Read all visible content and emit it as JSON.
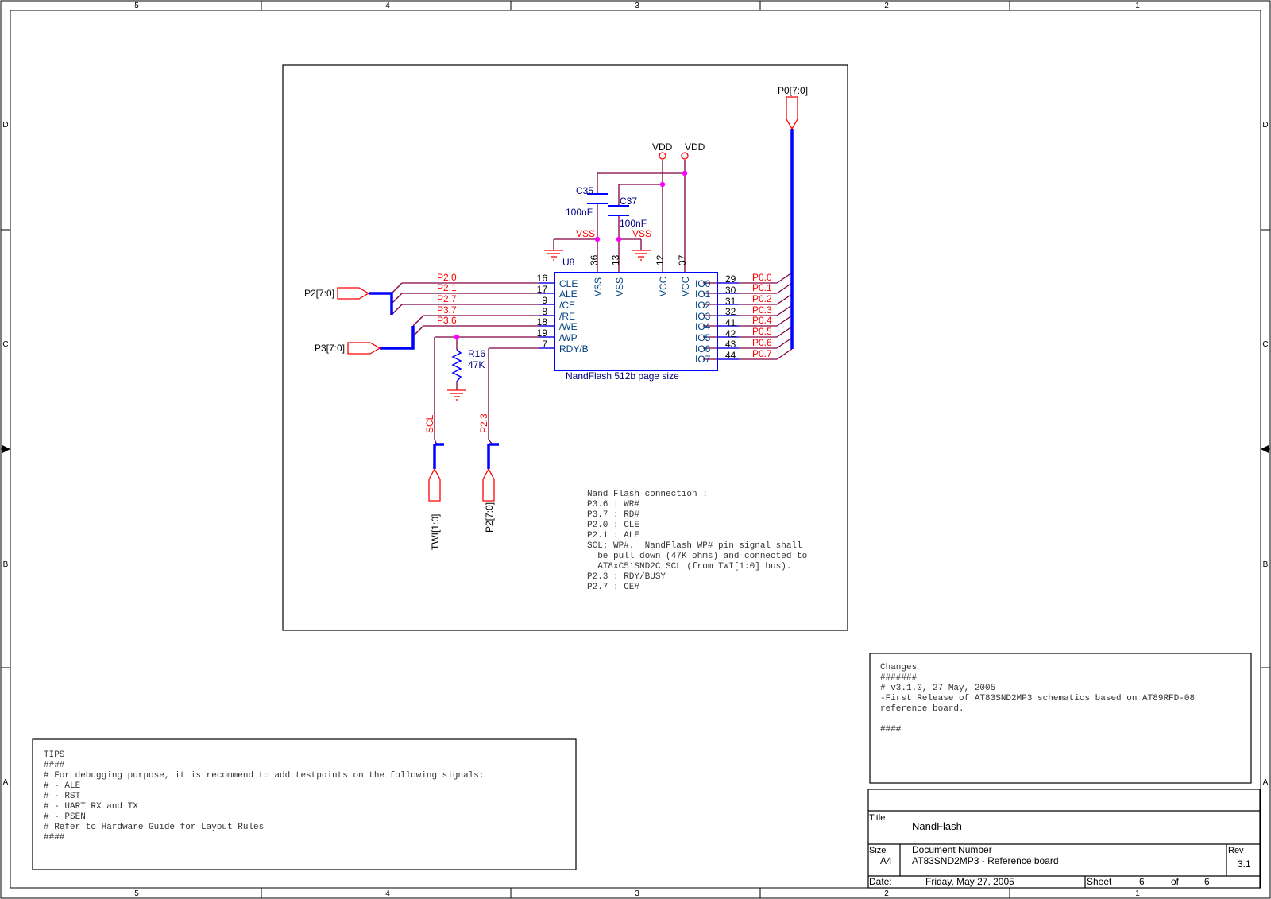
{
  "frame": {
    "col_labels": [
      "5",
      "4",
      "3",
      "2",
      "1"
    ],
    "row_labels": [
      "D",
      "C",
      "B",
      "A"
    ]
  },
  "component": {
    "ref": "U8",
    "name": "NandFlash 512b page size",
    "left_pins": [
      {
        "num": "16",
        "name": "CLE",
        "net": "P2.0"
      },
      {
        "num": "17",
        "name": "ALE",
        "net": "P2.1"
      },
      {
        "num": "9",
        "name": "/CE",
        "net": "P2.7"
      },
      {
        "num": "8",
        "name": "/RE",
        "net": "P3.7"
      },
      {
        "num": "18",
        "name": "/WE",
        "net": "P3.6"
      },
      {
        "num": "19",
        "name": "/WP",
        "net": ""
      },
      {
        "num": "7",
        "name": "RDY/B",
        "net": ""
      }
    ],
    "right_pins": [
      {
        "num": "29",
        "name": "IO0",
        "net": "P0.0"
      },
      {
        "num": "30",
        "name": "IO1",
        "net": "P0.1"
      },
      {
        "num": "31",
        "name": "IO2",
        "net": "P0.2"
      },
      {
        "num": "32",
        "name": "IO3",
        "net": "P0.3"
      },
      {
        "num": "41",
        "name": "IO4",
        "net": "P0.4"
      },
      {
        "num": "42",
        "name": "IO5",
        "net": "P0.5"
      },
      {
        "num": "43",
        "name": "IO6",
        "net": "P0.6"
      },
      {
        "num": "44",
        "name": "IO7",
        "net": "P0.7"
      }
    ],
    "top_pins": [
      {
        "num": "36",
        "name": "VSS"
      },
      {
        "num": "13",
        "name": "VSS"
      },
      {
        "num": "12",
        "name": "VCC"
      },
      {
        "num": "37",
        "name": "VCC"
      }
    ]
  },
  "capacitors": [
    {
      "ref": "C35",
      "value": "100nF"
    },
    {
      "ref": "C37",
      "value": "100nF"
    }
  ],
  "resistor": {
    "ref": "R16",
    "value": "47K"
  },
  "power": {
    "vdd": "VDD",
    "vss": "VSS"
  },
  "ports": {
    "p0": "P0[7:0]",
    "p2": "P2[7:0]",
    "p3": "P3[7:0]",
    "twi": "TWI[1:0]",
    "p2_bottom": "P2[7:0]",
    "scl": "SCL",
    "p23": "P2.3"
  },
  "notes": {
    "nand": "Nand Flash connection :\nP3.6 : WR#\nP3.7 : RD#\nP2.0 : CLE\nP2.1 : ALE\nSCL: WP#.  NandFlash WP# pin signal shall\n  be pull down (47K ohms) and connected to\n  AT8xC51SND2C SCL (from TWI[1:0] bus).\nP2.3 : RDY/BUSY\nP2.7 : CE#",
    "changes": "Changes\n#######\n# v3.1.0, 27 May, 2005\n-First Release of AT83SND2MP3 schematics based on AT89RFD-08\nreference board.\n\n####",
    "tips": "TIPS\n####\n# For debugging purpose, it is recommend to add testpoints on the following signals:\n# - ALE\n# - RST\n# - UART RX and TX\n# - PSEN\n# Refer to Hardware Guide for Layout Rules\n####"
  },
  "title_block": {
    "title_label": "Title",
    "title": "NandFlash",
    "size_label": "Size",
    "size": "A4",
    "docnum_label": "Document Number",
    "docnum": "AT83SND2MP3 - Reference board",
    "rev_label": "Rev",
    "rev": "3.1",
    "date_label": "Date:",
    "date": "Friday, May 27, 2005",
    "sheet_label": "Sheet",
    "sheet": "6",
    "of_label": "of",
    "sheets": "6"
  },
  "colors": {
    "wire": "#800040",
    "component": "#0000ff",
    "net_label": "#ff0000",
    "pin_name": "#004080",
    "junction": "#ff00ff",
    "bus": "#0000ff",
    "cap_label": "#000080"
  }
}
